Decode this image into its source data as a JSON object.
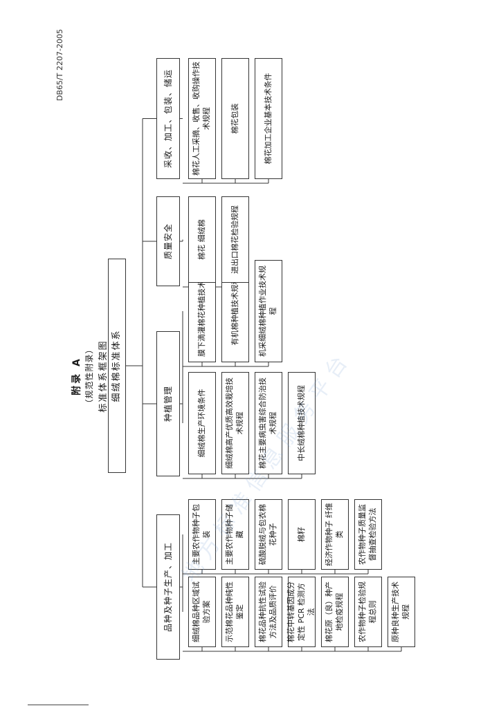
{
  "header": {
    "doc_code": "DB65/T 2207-2005",
    "appendix_title": "附录 A",
    "appendix_note": "（规范性附录）",
    "framework_title": "标准体系框架图"
  },
  "root": {
    "label": "细绒棉标准体系"
  },
  "categories": [
    {
      "label": "品种及种子生产、加工",
      "columns": [
        [
          "细绒棉品种区域试验方案",
          "示范棉花品种纯性鉴定",
          "棉花品种抗性试验方法及品质评价",
          "棉花中转基因成分定性 PCR 检测方法",
          "棉花原（良）种产地检疫规程",
          "农作物种子检验规程总则",
          "原种良种生产技术规程"
        ],
        [
          "主要农作物种子包装",
          "主要农作物种子储藏",
          "硫酸脱绒与包衣棉花种子",
          "棉籽",
          "经济作物种子 纤维类",
          "农作物种子质量监督抽查检验方法"
        ]
      ]
    },
    {
      "label": "种植管理",
      "columns": [
        [
          "细绒棉生产环境条件",
          "细绒棉高产优质高效栽培技术规程",
          "棉花主要病虫害综合防治技术规程",
          "中长绒棉种植技术规程"
        ],
        [
          "膜下滴灌棉花种植技术规程",
          "有机棉种植技术规程",
          "机采细绒棉种植作业技术规程"
        ]
      ]
    },
    {
      "label": "质量安全",
      "columns": [
        [
          "棉花 细绒棉",
          "进出口棉花检验规程"
        ]
      ]
    },
    {
      "label": "采收、加工、包装、储运",
      "columns": [
        [
          "棉花人工采摘、收售、收购操作技术规程",
          "棉花包装",
          "棉花加工企业基本技术条件"
        ]
      ]
    }
  ],
  "watermark": "地方标准信息服务平台"
}
